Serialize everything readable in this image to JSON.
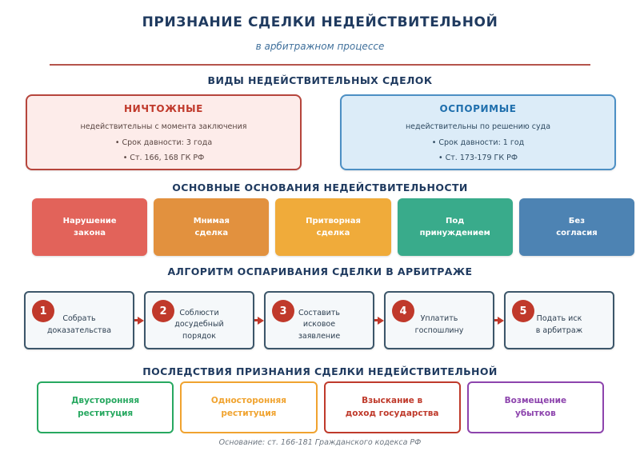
{
  "page": {
    "title": "ПРИЗНАНИЕ СДЕЛКИ НЕДЕЙСТВИТЕЛЬНОЙ",
    "subtitle": "в арбитражном процессе",
    "footer": "Основание: ст. 166-181 Гражданского кодекса РФ",
    "colors": {
      "heading": "#1f3a5f",
      "subtitle": "#41719c",
      "divider": "#b5544c",
      "footer": "#6d7680"
    }
  },
  "types": {
    "heading": "ВИДЫ НЕДЕЙСТВИТЕЛЬНЫХ СДЕЛОК",
    "cards": [
      {
        "title": "НИЧТОЖНЫЕ",
        "description": "недействительны с момента заключения",
        "bullets": [
          "• Срок давности: 3 года",
          "• Ст. 166, 168 ГК РФ"
        ],
        "title_color": "#c0392b",
        "text_color": "#5a4642",
        "bg": "#fdecea",
        "border": "#b6453c"
      },
      {
        "title": "ОСПОРИМЫЕ",
        "description": "недействительны по решению суда",
        "bullets": [
          "• Срок давности: 1 год",
          "• Ст. 173-179 ГК РФ"
        ],
        "title_color": "#1f6fad",
        "text_color": "#2e4a61",
        "bg": "#dcecf8",
        "border": "#4c8fc4"
      }
    ]
  },
  "grounds": {
    "heading": "ОСНОВНЫЕ ОСНОВАНИЯ НЕДЕЙСТВИТЕЛЬНОСТИ",
    "items": [
      {
        "label": "Нарушение\nзакона",
        "color": "#e2635a"
      },
      {
        "label": "Мнимая\nсделка",
        "color": "#e2913e"
      },
      {
        "label": "Притворная\nсделка",
        "color": "#f0ab3a"
      },
      {
        "label": "Под\nпринуждением",
        "color": "#39ab8b"
      },
      {
        "label": "Без\nсогласия",
        "color": "#4d83b3"
      }
    ]
  },
  "algorithm": {
    "heading": "АЛГОРИТМ ОСПАРИВАНИЯ СДЕЛКИ В АРБИТРАЖЕ",
    "card_bg": "#f5f8fa",
    "card_border": "#3c566a",
    "text_color": "#2c3e50",
    "step_number_bg": "#c0392b",
    "arrow_color": "#c0392b",
    "steps": [
      {
        "number": "1",
        "label": "Собрать\nдоказательства"
      },
      {
        "number": "2",
        "label": "Соблюсти\nдосудебный\nпорядок"
      },
      {
        "number": "3",
        "label": "Составить\nисковое\nзаявление"
      },
      {
        "number": "4",
        "label": "Уплатить\nгоспошлину"
      },
      {
        "number": "5",
        "label": "Подать иск\nв арбитраж"
      }
    ]
  },
  "consequences": {
    "heading": "ПОСЛЕДСТВИЯ ПРИЗНАНИЯ СДЕЛКИ НЕДЕЙСТВИТЕЛЬНОЙ",
    "items": [
      {
        "label": "Двусторонняя\nреституция",
        "color": "#27a860"
      },
      {
        "label": "Односторонняя\nреституция",
        "color": "#f0a32f"
      },
      {
        "label": "Взыскание в\nдоход государства",
        "color": "#bf3a2b"
      },
      {
        "label": "Возмещение\nубытков",
        "color": "#8d44ad"
      }
    ]
  }
}
